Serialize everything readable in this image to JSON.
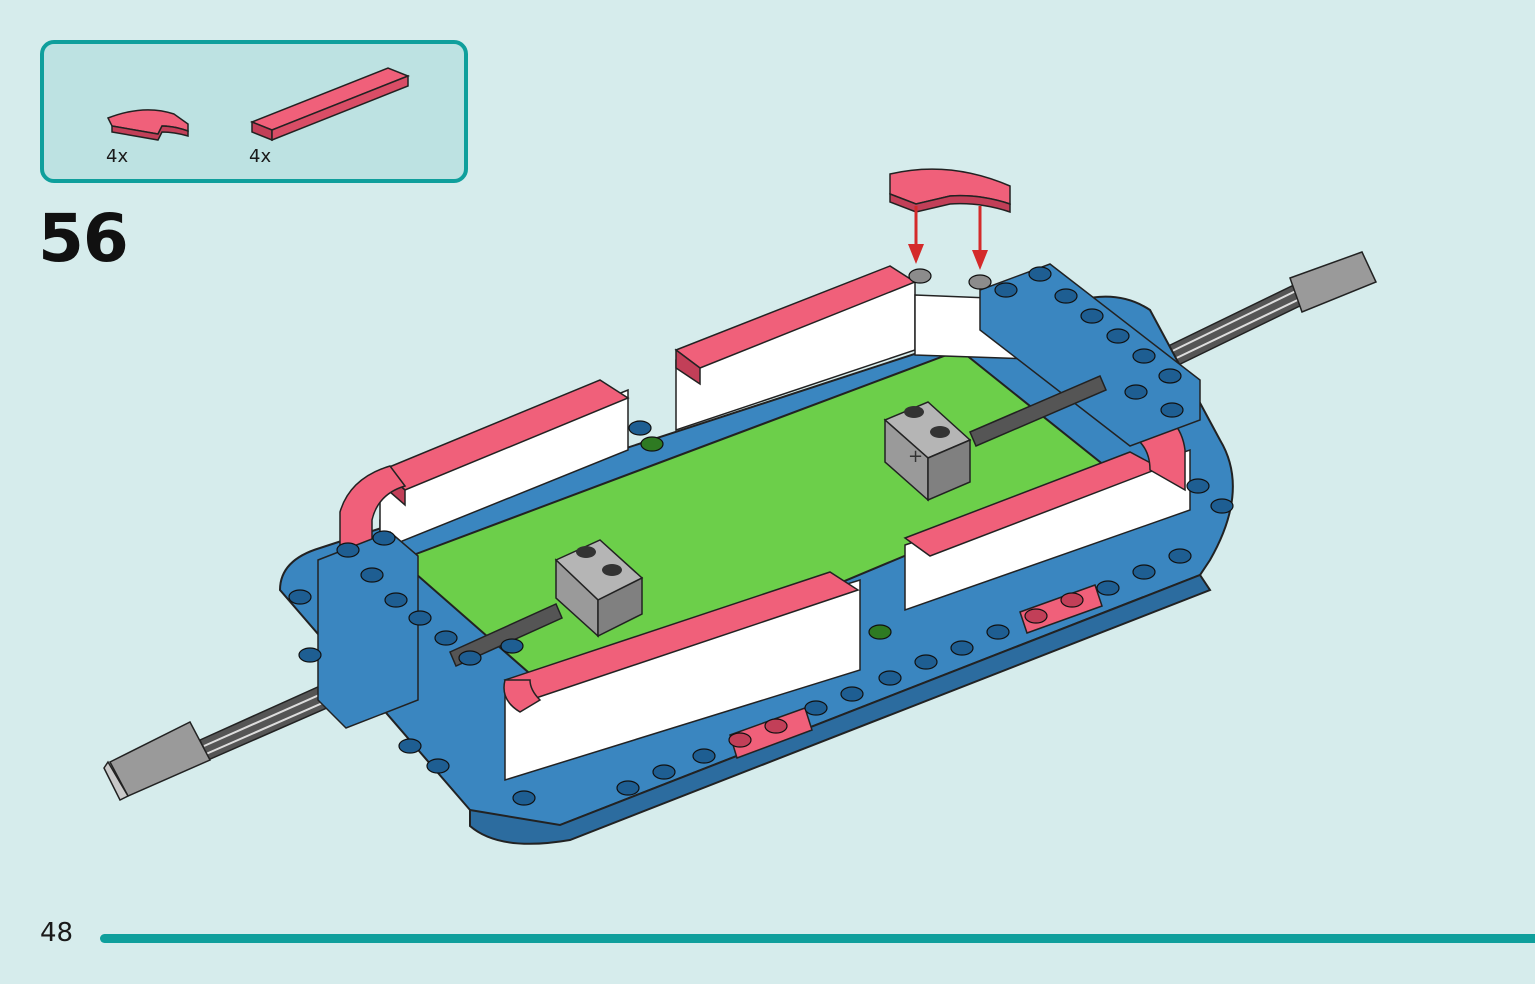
{
  "parts_list": {
    "items": [
      {
        "icon": "curved-pink-tile-icon",
        "quantity": "4x"
      },
      {
        "icon": "long-pink-tile-icon",
        "quantity": "4x"
      }
    ]
  },
  "step": {
    "number": "56"
  },
  "page": {
    "number": "48"
  },
  "colors": {
    "background": "#d6ecec",
    "accent": "#0f9f9c",
    "pink": "#f0607a",
    "blue": "#3a86c0",
    "green": "#6ccf4a",
    "gray": "#8c8c8c",
    "arrow": "#d42a2a"
  }
}
